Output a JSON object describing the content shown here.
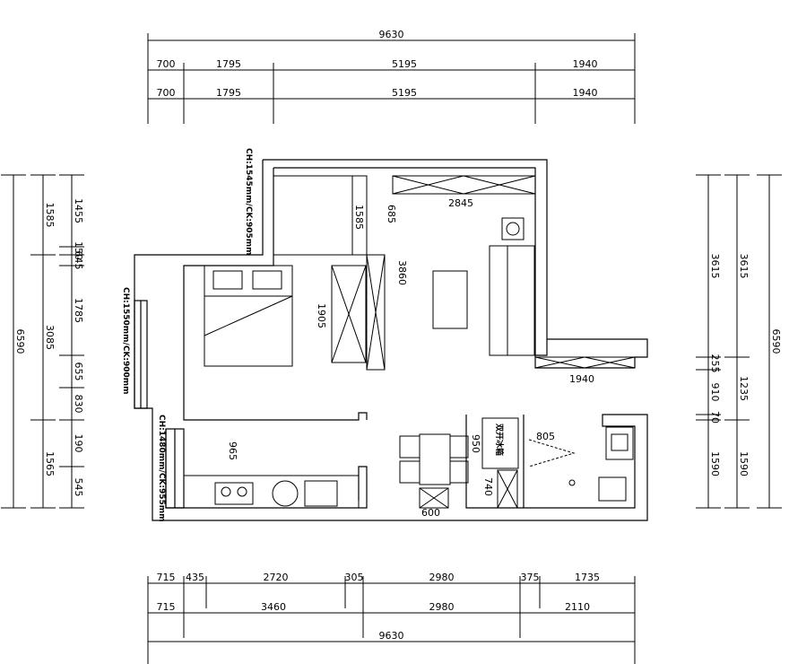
{
  "dimensions": {
    "top_total": "9630",
    "top_row1": [
      "700",
      "1795",
      "5195",
      "1940"
    ],
    "top_row2": [
      "700",
      "1795",
      "5195",
      "1940"
    ],
    "bottom_row1": [
      "715",
      "435",
      "2720",
      "305",
      "2980",
      "375",
      "1735"
    ],
    "bottom_row2": [
      "715",
      "3460",
      "2980",
      "2110"
    ],
    "bottom_total": "9630",
    "left_total": "6590",
    "left_outer": [
      "1585",
      "3085",
      "1565"
    ],
    "left_inner": [
      "1455",
      "150",
      "645",
      "1785",
      "655",
      "830",
      "190",
      "545"
    ],
    "right_total": "6590",
    "right_outer": [
      "3615",
      "1235",
      "1590"
    ],
    "right_inner": [
      "3615",
      "255",
      "910",
      "70",
      "1590"
    ],
    "interior": {
      "bed_top_closet": "1585",
      "bed_top_closet_depth": "685",
      "living_wardrobe_width": "2845",
      "living_depth": "3860",
      "bedroom_wardrobe": "1905",
      "tv_cabinet": "1940",
      "kitchen_depth": "965",
      "dining_width": "600",
      "fridge_height": "950",
      "bath_door": "805",
      "storage_cabinet": "740"
    }
  },
  "labels": {
    "ceiling_1": "CH:1545mm/CK:905mm",
    "ceiling_2": "CH:1550mm/CK:900mm",
    "ceiling_3": "CH:1480mm/CK:955mm",
    "fridge": "双开冰箱"
  }
}
